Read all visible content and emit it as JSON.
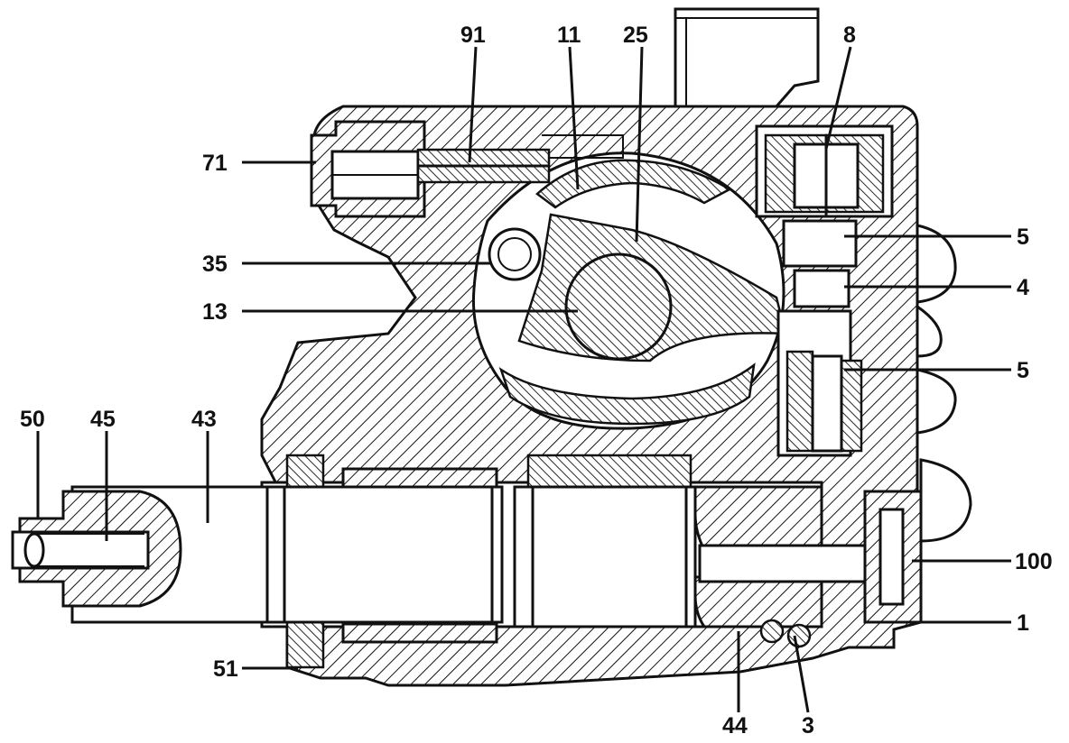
{
  "drawing": {
    "colors": {
      "ink": "#111111",
      "paper": "#ffffff"
    },
    "reference_numerals": [
      {
        "id": "91",
        "text": "91"
      },
      {
        "id": "11",
        "text": "11"
      },
      {
        "id": "25",
        "text": "25"
      },
      {
        "id": "8",
        "text": "8"
      },
      {
        "id": "71",
        "text": "71"
      },
      {
        "id": "35",
        "text": "35"
      },
      {
        "id": "13",
        "text": "13"
      },
      {
        "id": "5a",
        "text": "5"
      },
      {
        "id": "4",
        "text": "4"
      },
      {
        "id": "5b",
        "text": "5"
      },
      {
        "id": "50",
        "text": "50"
      },
      {
        "id": "45",
        "text": "45"
      },
      {
        "id": "43",
        "text": "43"
      },
      {
        "id": "100",
        "text": "100"
      },
      {
        "id": "1",
        "text": "1"
      },
      {
        "id": "51",
        "text": "51"
      },
      {
        "id": "44",
        "text": "44"
      },
      {
        "id": "3",
        "text": "3"
      }
    ]
  }
}
